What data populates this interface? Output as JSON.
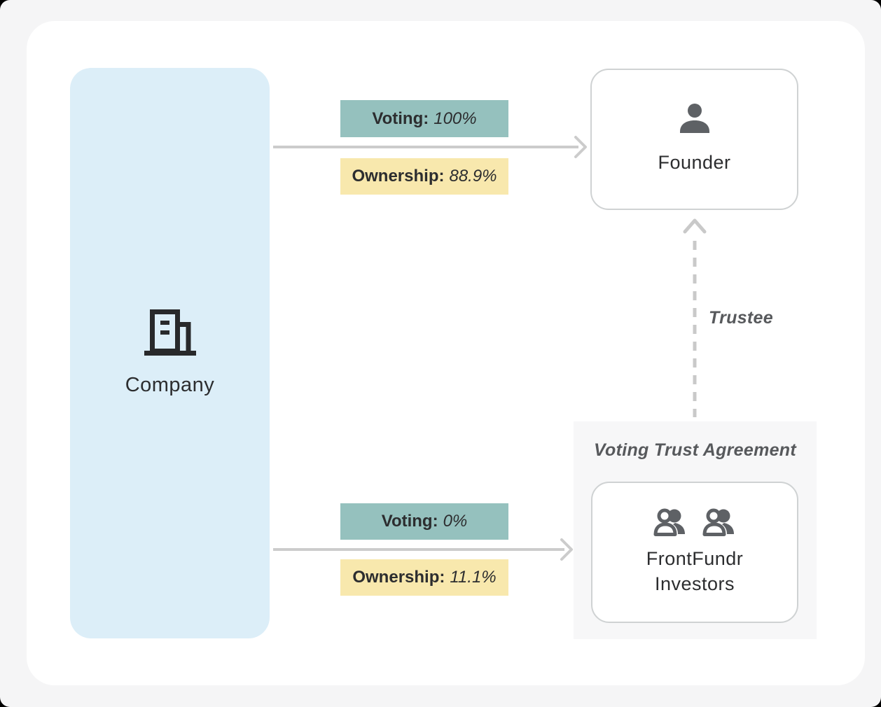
{
  "diagram": {
    "company": {
      "label": "Company"
    },
    "founder": {
      "label": "Founder"
    },
    "edge_founder": {
      "voting_label": "Voting:",
      "voting_value": "100%",
      "ownership_label": "Ownership:",
      "ownership_value": "88.9%"
    },
    "edge_investors": {
      "voting_label": "Voting:",
      "voting_value": "0%",
      "ownership_label": "Ownership:",
      "ownership_value": "11.1%"
    },
    "trust": {
      "title": "Voting Trust Agreement",
      "investors_label_line1": "FrontFundr",
      "investors_label_line2": "Investors"
    },
    "trustee_label": "Trustee"
  },
  "colors": {
    "page_bg": "#f5f5f6",
    "card_bg": "#ffffff",
    "company_node_bg": "#dceef8",
    "trust_panel_bg": "#f7f7f8",
    "voting_chip_bg": "#95c1be",
    "ownership_chip_bg": "#f8e8ad",
    "node_border": "#cfd2d3",
    "arrow": "#cccccc",
    "text_dark": "#2c2d2f",
    "text_muted": "#57595c",
    "icon_gray": "#5e6165",
    "icon_dark": "#28292b"
  }
}
